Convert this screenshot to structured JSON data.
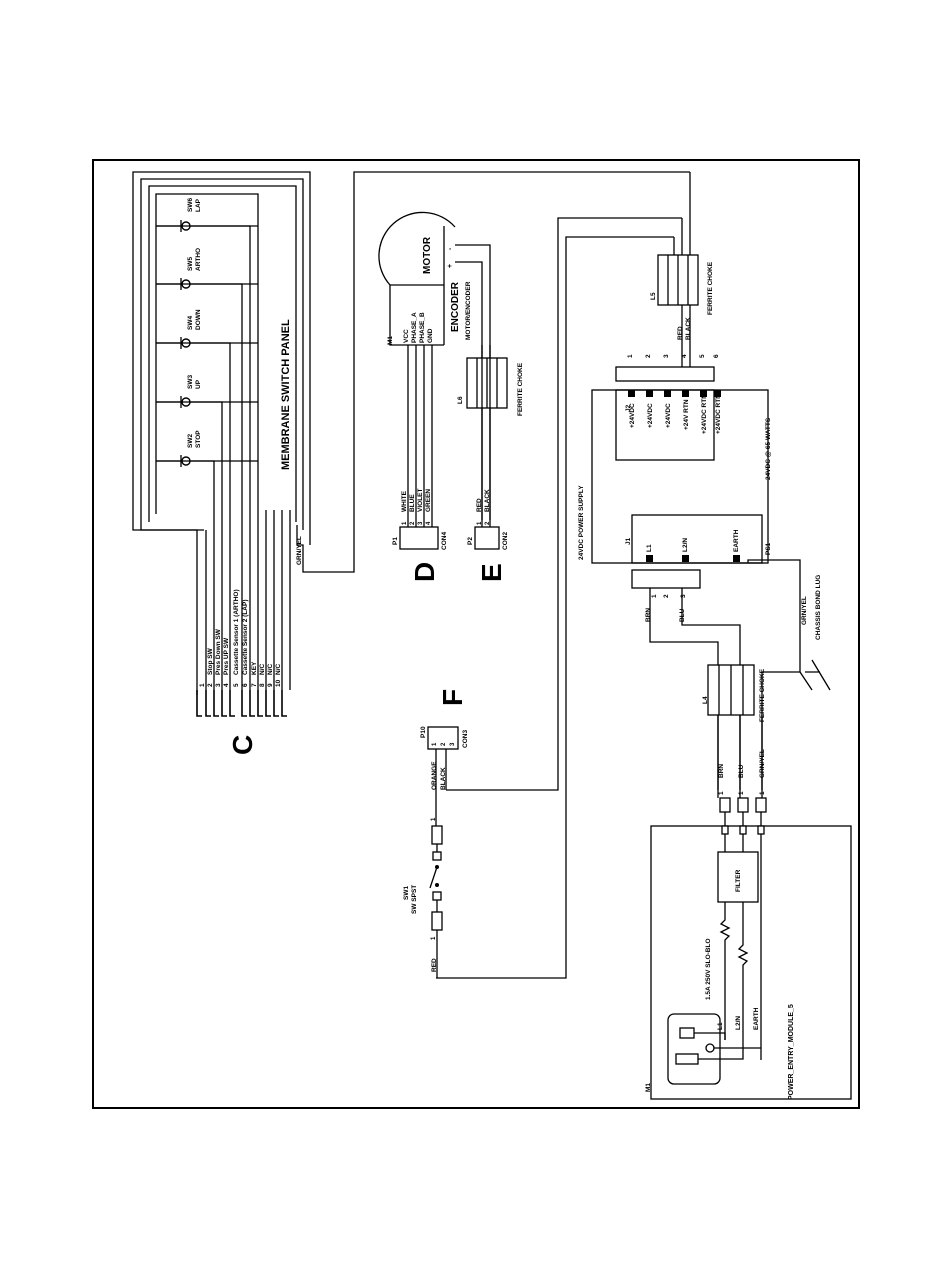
{
  "sections": {
    "c": "C",
    "d": "D",
    "e": "E",
    "f": "F"
  },
  "membrane": {
    "title": "MEMBRANE SWITCH PANEL",
    "switches": [
      {
        "id": "SW2",
        "name": "STOP"
      },
      {
        "id": "SW3",
        "name": "UP"
      },
      {
        "id": "SW4",
        "name": "DOWN"
      },
      {
        "id": "SW5",
        "name": "ARTHO"
      },
      {
        "id": "SW6",
        "name": "LAP"
      }
    ],
    "pins": [
      "1",
      "2",
      "3",
      "4",
      "5",
      "6",
      "7",
      "8",
      "9",
      "10"
    ],
    "pin_labels": [
      "Stop SW",
      "Pres Down SW",
      "Pres UP SW",
      "Cassette Sensor 1 (ARTHO)",
      "Cassette Sensor 2 (LAP)",
      "KEY",
      "N/C",
      "N/C",
      "N/C"
    ],
    "gnd_label": "GRN/YEL"
  },
  "motor": {
    "ref": "M1",
    "motor_label": "MOTOR",
    "encoder_label": "ENCODER",
    "subtitle": "MOTOR/ENCODER",
    "signals": [
      "VCC",
      "PHASE_A",
      "PHASE_B",
      "GND"
    ],
    "plus": "+",
    "minus": "-"
  },
  "con4": {
    "ref": "P1",
    "con": "CON4",
    "pins": [
      "1",
      "2",
      "3",
      "4"
    ],
    "wires": [
      "WHITE",
      "BLUE",
      "VIOLET",
      "GREEN"
    ]
  },
  "con2": {
    "ref": "P2",
    "con": "CON2",
    "pins": [
      "1",
      "2"
    ],
    "wires": [
      "RED",
      "BLACK"
    ]
  },
  "choke_l6": {
    "ref": "L6",
    "label": "FERRITE CHOKE"
  },
  "choke_l5": {
    "ref": "L5",
    "label": "FERRITE CHOKE",
    "wires": [
      "RED",
      "BLACK"
    ]
  },
  "choke_l4": {
    "ref": "L4",
    "label": "FERRITE CHOKE"
  },
  "psu": {
    "title": "24VDC POWER SUPPLY",
    "rating": "24VDC @ 65 WATTS",
    "ref": "PS1",
    "j1": "J1",
    "j1_pins": [
      "L1",
      "L2/N",
      "EARTH"
    ],
    "j2": "J2",
    "j2_pins": [
      "+24VDC",
      "+24VDC",
      "+24VDC",
      "+24V RTN",
      "+24VDC RTN",
      "+24VDC RTN"
    ],
    "j2_nums": [
      "1",
      "2",
      "3",
      "4",
      "5",
      "6"
    ]
  },
  "ac": {
    "pins": [
      "1",
      "2",
      "3"
    ],
    "wires": [
      "BRN",
      "BLU"
    ],
    "gnd": "GRN/YEL",
    "chassis": "CHASSIS BOND LUG"
  },
  "p10": {
    "ref": "P10",
    "con": "CON3",
    "pins": [
      "1",
      "2",
      "3"
    ],
    "wires": [
      "ORANGE",
      "BLACK"
    ]
  },
  "sw1": {
    "ref": "SW1",
    "type": "SW SPST",
    "pin": "1",
    "pin2": "1",
    "wire": "RED"
  },
  "pem": {
    "ref": "M1",
    "title": "POWER_ENTRY_MODULE_5",
    "filter": "FILTER",
    "fuse": "1.5A 250V SLO-BLO",
    "lines": [
      "L1",
      "L2/N",
      "EARTH"
    ],
    "wires": [
      "BRN",
      "BLU",
      "GRN/YEL"
    ],
    "wire_nums": [
      "1",
      "1",
      "1"
    ]
  }
}
